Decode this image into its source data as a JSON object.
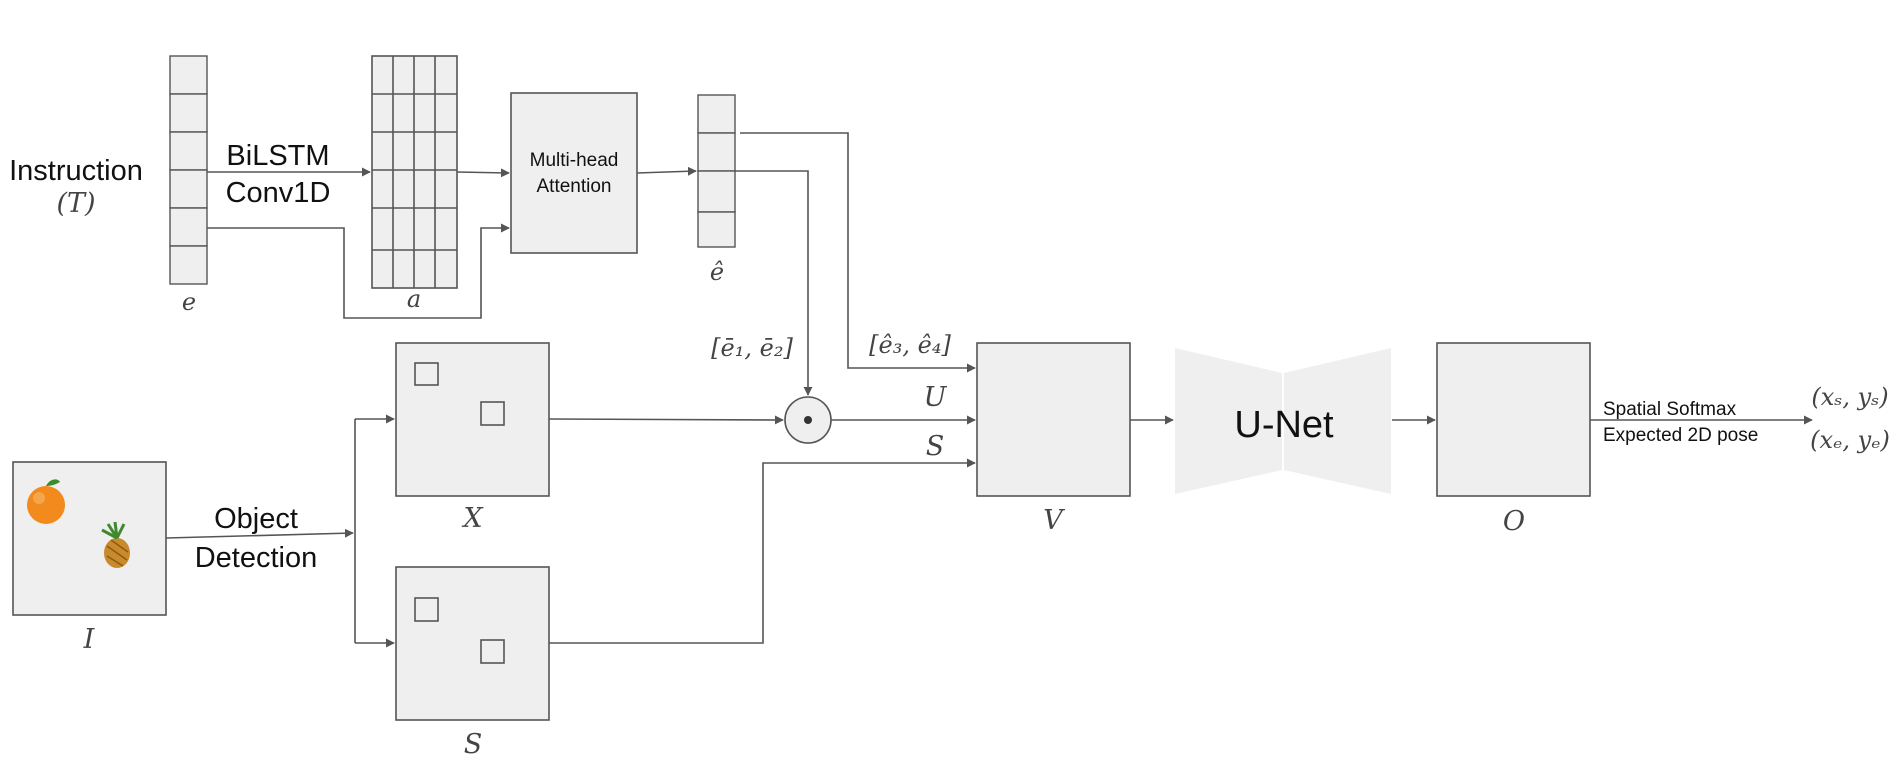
{
  "labels": {
    "instruction": "Instruction",
    "instruction_symbol": "(T)",
    "bilstm": "BiLSTM",
    "conv1d": "Conv1D",
    "e": "e",
    "a": "a",
    "attention_line1": "Multi-head",
    "attention_line2": "Attention",
    "e_hat": "ê",
    "e_bar_pair": "[ē₁, ē₂]",
    "e_hat_pair": "[ê₃, ê₄]",
    "object_detection_line1": "Object",
    "object_detection_line2": "Detection",
    "image": "I",
    "x_map": "X",
    "s_map": "S",
    "u_input": "U",
    "s_input": "S",
    "v": "V",
    "unet": "U-Net",
    "o": "O",
    "softmax_line1": "Spatial Softmax",
    "softmax_line2": "Expected 2D pose",
    "start_pose": "(xₛ, yₛ)",
    "end_pose": "(xₑ, yₑ)"
  },
  "icons": {
    "fruit1": "orange-icon",
    "fruit2": "pineapple-icon"
  },
  "colors": {
    "box_fill": "#efefef",
    "stroke": "#555555",
    "unet_fill": "#efefef",
    "orange": "#f28a1e",
    "pineapple": "#c98a2b"
  }
}
